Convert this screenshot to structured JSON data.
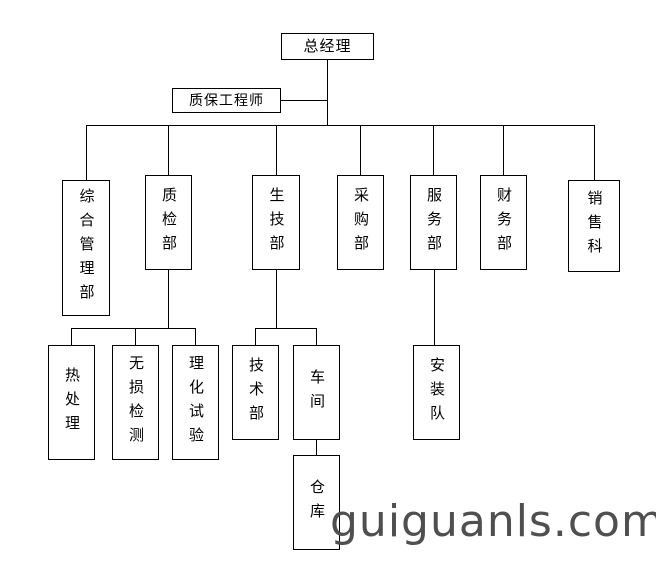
{
  "org_chart": {
    "title_hint": "company organization chart",
    "root": {
      "label": "总经理"
    },
    "staff": {
      "label": "质保工程师",
      "reports_to": "总经理"
    },
    "departments": [
      {
        "label": "综合管理部",
        "children": []
      },
      {
        "label": "质检部",
        "children": [
          "热处理",
          "无损检测",
          "理化试验"
        ]
      },
      {
        "label": "生技部",
        "children": [
          "技术部",
          "车间"
        ]
      },
      {
        "label": "采购部",
        "children": []
      },
      {
        "label": "服务部",
        "children": [
          "安装队"
        ]
      },
      {
        "label": "财务部",
        "children": []
      },
      {
        "label": "销售科",
        "children": []
      }
    ],
    "sub_units": [
      {
        "label": "热处理",
        "parent": "质检部"
      },
      {
        "label": "无损检测",
        "parent": "质检部"
      },
      {
        "label": "理化试验",
        "parent": "质检部"
      },
      {
        "label": "技术部",
        "parent": "生技部"
      },
      {
        "label": "车间",
        "parent": "生技部",
        "children": [
          "仓库"
        ]
      },
      {
        "label": "安装队",
        "parent": "服务部"
      }
    ],
    "level4": [
      {
        "label": "仓库",
        "parent": "车间"
      }
    ]
  },
  "watermark": {
    "text": "guiguanls.com"
  },
  "colors": {
    "line": "#000000",
    "box_border": "#000000",
    "box_fill": "#ffffff",
    "text": "#000000",
    "watermark": "#4f4f4f",
    "background": "#ffffff"
  }
}
